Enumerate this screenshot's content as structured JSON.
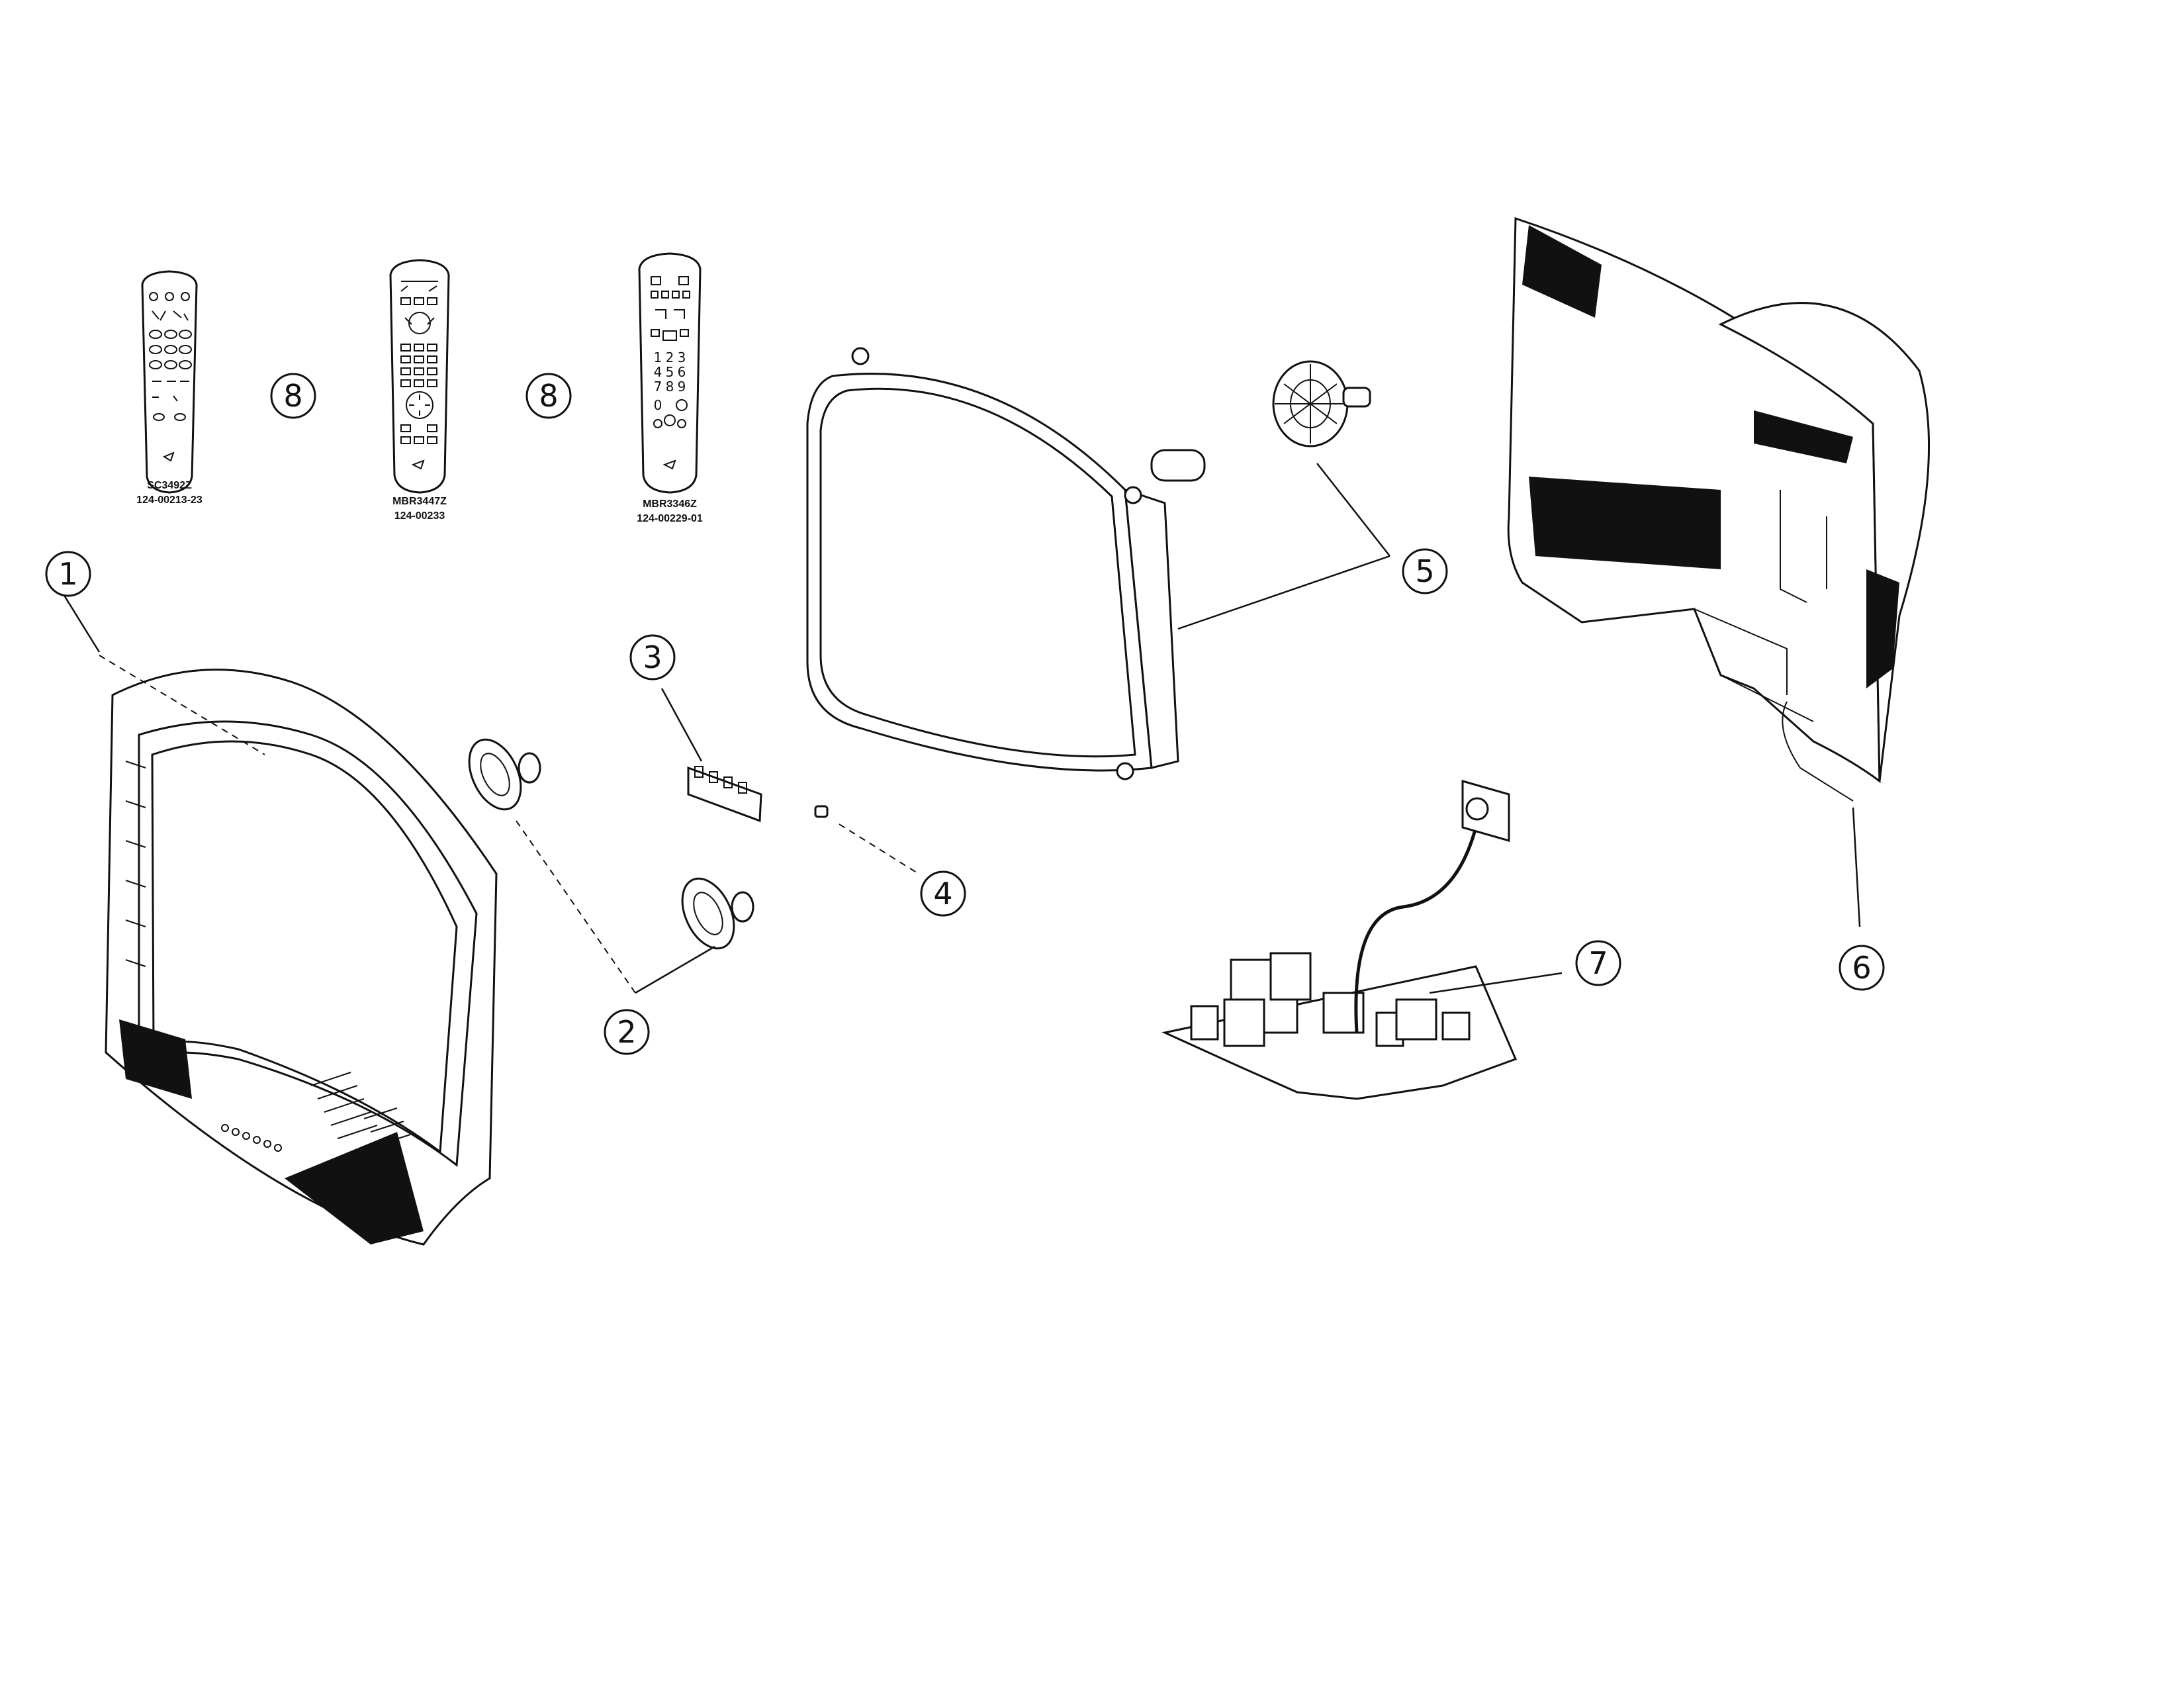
{
  "callouts": {
    "c1": "1",
    "c2": "2",
    "c3": "3",
    "c4": "4",
    "c5": "5",
    "c6": "6",
    "c7": "7",
    "c8a": "8",
    "c8b": "8"
  },
  "remotes": [
    {
      "model": "SC3492Z",
      "part": "124-00213-23"
    },
    {
      "model": "MBR3447Z",
      "part": "124-00233"
    },
    {
      "model": "MBR3346Z",
      "part": "124-00229-01"
    }
  ],
  "remote_keypad": {
    "digits": "123456789",
    "zero": "0"
  }
}
